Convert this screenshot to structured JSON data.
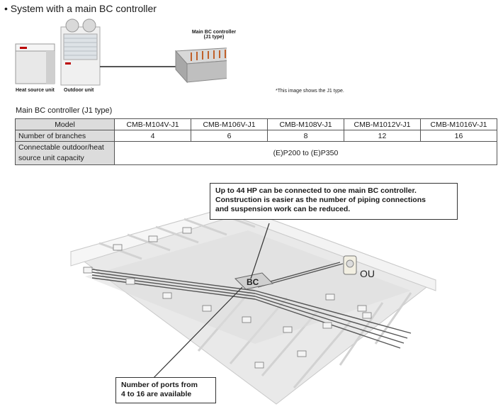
{
  "heading": "• System with a main BC controller",
  "images": {
    "heat_source_label": "Heat source unit",
    "outdoor_label": "Outdoor unit",
    "bc_title_line1": "Main BC controller",
    "bc_title_line2": "(J1 type)",
    "note": "*This image shows the J1 type."
  },
  "table": {
    "caption": "Main BC controller (J1 type)",
    "header_label": "Model",
    "models": [
      "CMB-M104V-J1",
      "CMB-M106V-J1",
      "CMB-M108V-J1",
      "CMB-M1012V-J1",
      "CMB-M1016V-J1"
    ],
    "branches_label": "Number of branches",
    "branches": [
      "4",
      "6",
      "8",
      "12",
      "16"
    ],
    "capacity_label_line1": "Connectable outdoor/heat",
    "capacity_label_line2": "source unit capacity",
    "capacity_value": "(E)P200 to (E)P350"
  },
  "diagram": {
    "callout_top": [
      "Up to 44 HP can be connected to one main BC controller.",
      "Construction is easier as the number of piping connections",
      "and suspension work can be reduced."
    ],
    "callout_bottom": [
      "Number of ports from",
      "4 to 16 are available"
    ],
    "bc_label": "BC",
    "ou_label": "OU"
  }
}
